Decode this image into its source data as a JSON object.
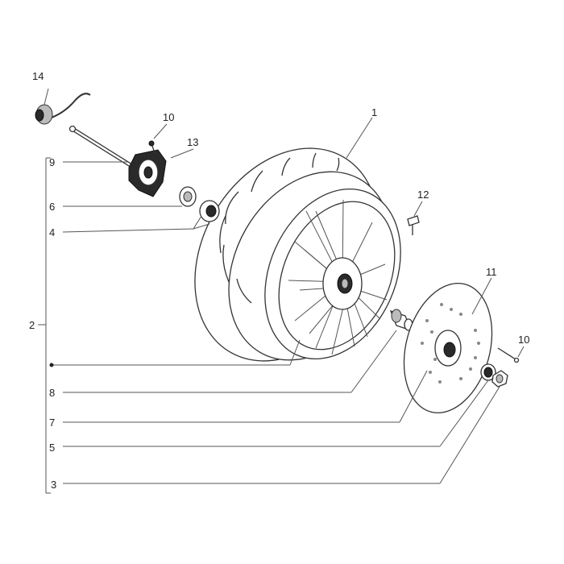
{
  "callouts": {
    "c1": "1",
    "c2": "2",
    "c3": "3",
    "c4": "4",
    "c5": "5",
    "c6": "6",
    "c7": "7",
    "c8": "8",
    "c9": "9",
    "c10a": "10",
    "c10b": "10",
    "c11": "11",
    "c12": "12",
    "c13": "13",
    "c14": "14"
  },
  "colors": {
    "line": "#333333",
    "fill": "#ffffff",
    "dark_part": "#2a2a2a"
  }
}
